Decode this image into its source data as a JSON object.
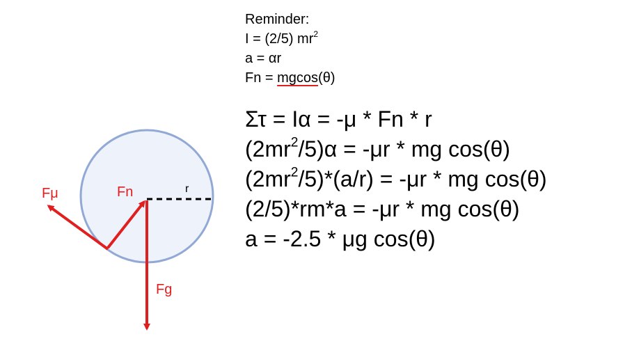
{
  "diagram": {
    "force_labels": {
      "friction": "Fμ",
      "normal": "Fn",
      "gravity": "Fg"
    },
    "radius_label": "r",
    "colors": {
      "force": "#e02020",
      "circle_fill": "#eef2fa",
      "circle_stroke": "#91a9d4",
      "radius_line": "#000000"
    }
  },
  "reminder": {
    "heading": "Reminder:",
    "line_inertia_pre": "I = (2/5) mr",
    "line_inertia_sup": "2",
    "line_accel": "a = αr",
    "line_normal_pre": "Fn = ",
    "line_normal_underlined": "mgcos",
    "line_normal_post": "(θ)"
  },
  "equations": {
    "eq1": "Στ = Iα = -μ * Fn * r",
    "eq2_pre": "(2mr",
    "eq2_sup": "2",
    "eq2_post": "/5)α = -μr * mg cos(θ)",
    "eq3_pre": "(2mr",
    "eq3_sup": "2",
    "eq3_post": "/5)*(a/r) = -μr * mg cos(θ)",
    "eq4": "(2/5)*rm*a = -μr * mg cos(θ)",
    "eq5": "a = -2.5 * μg cos(θ)"
  }
}
